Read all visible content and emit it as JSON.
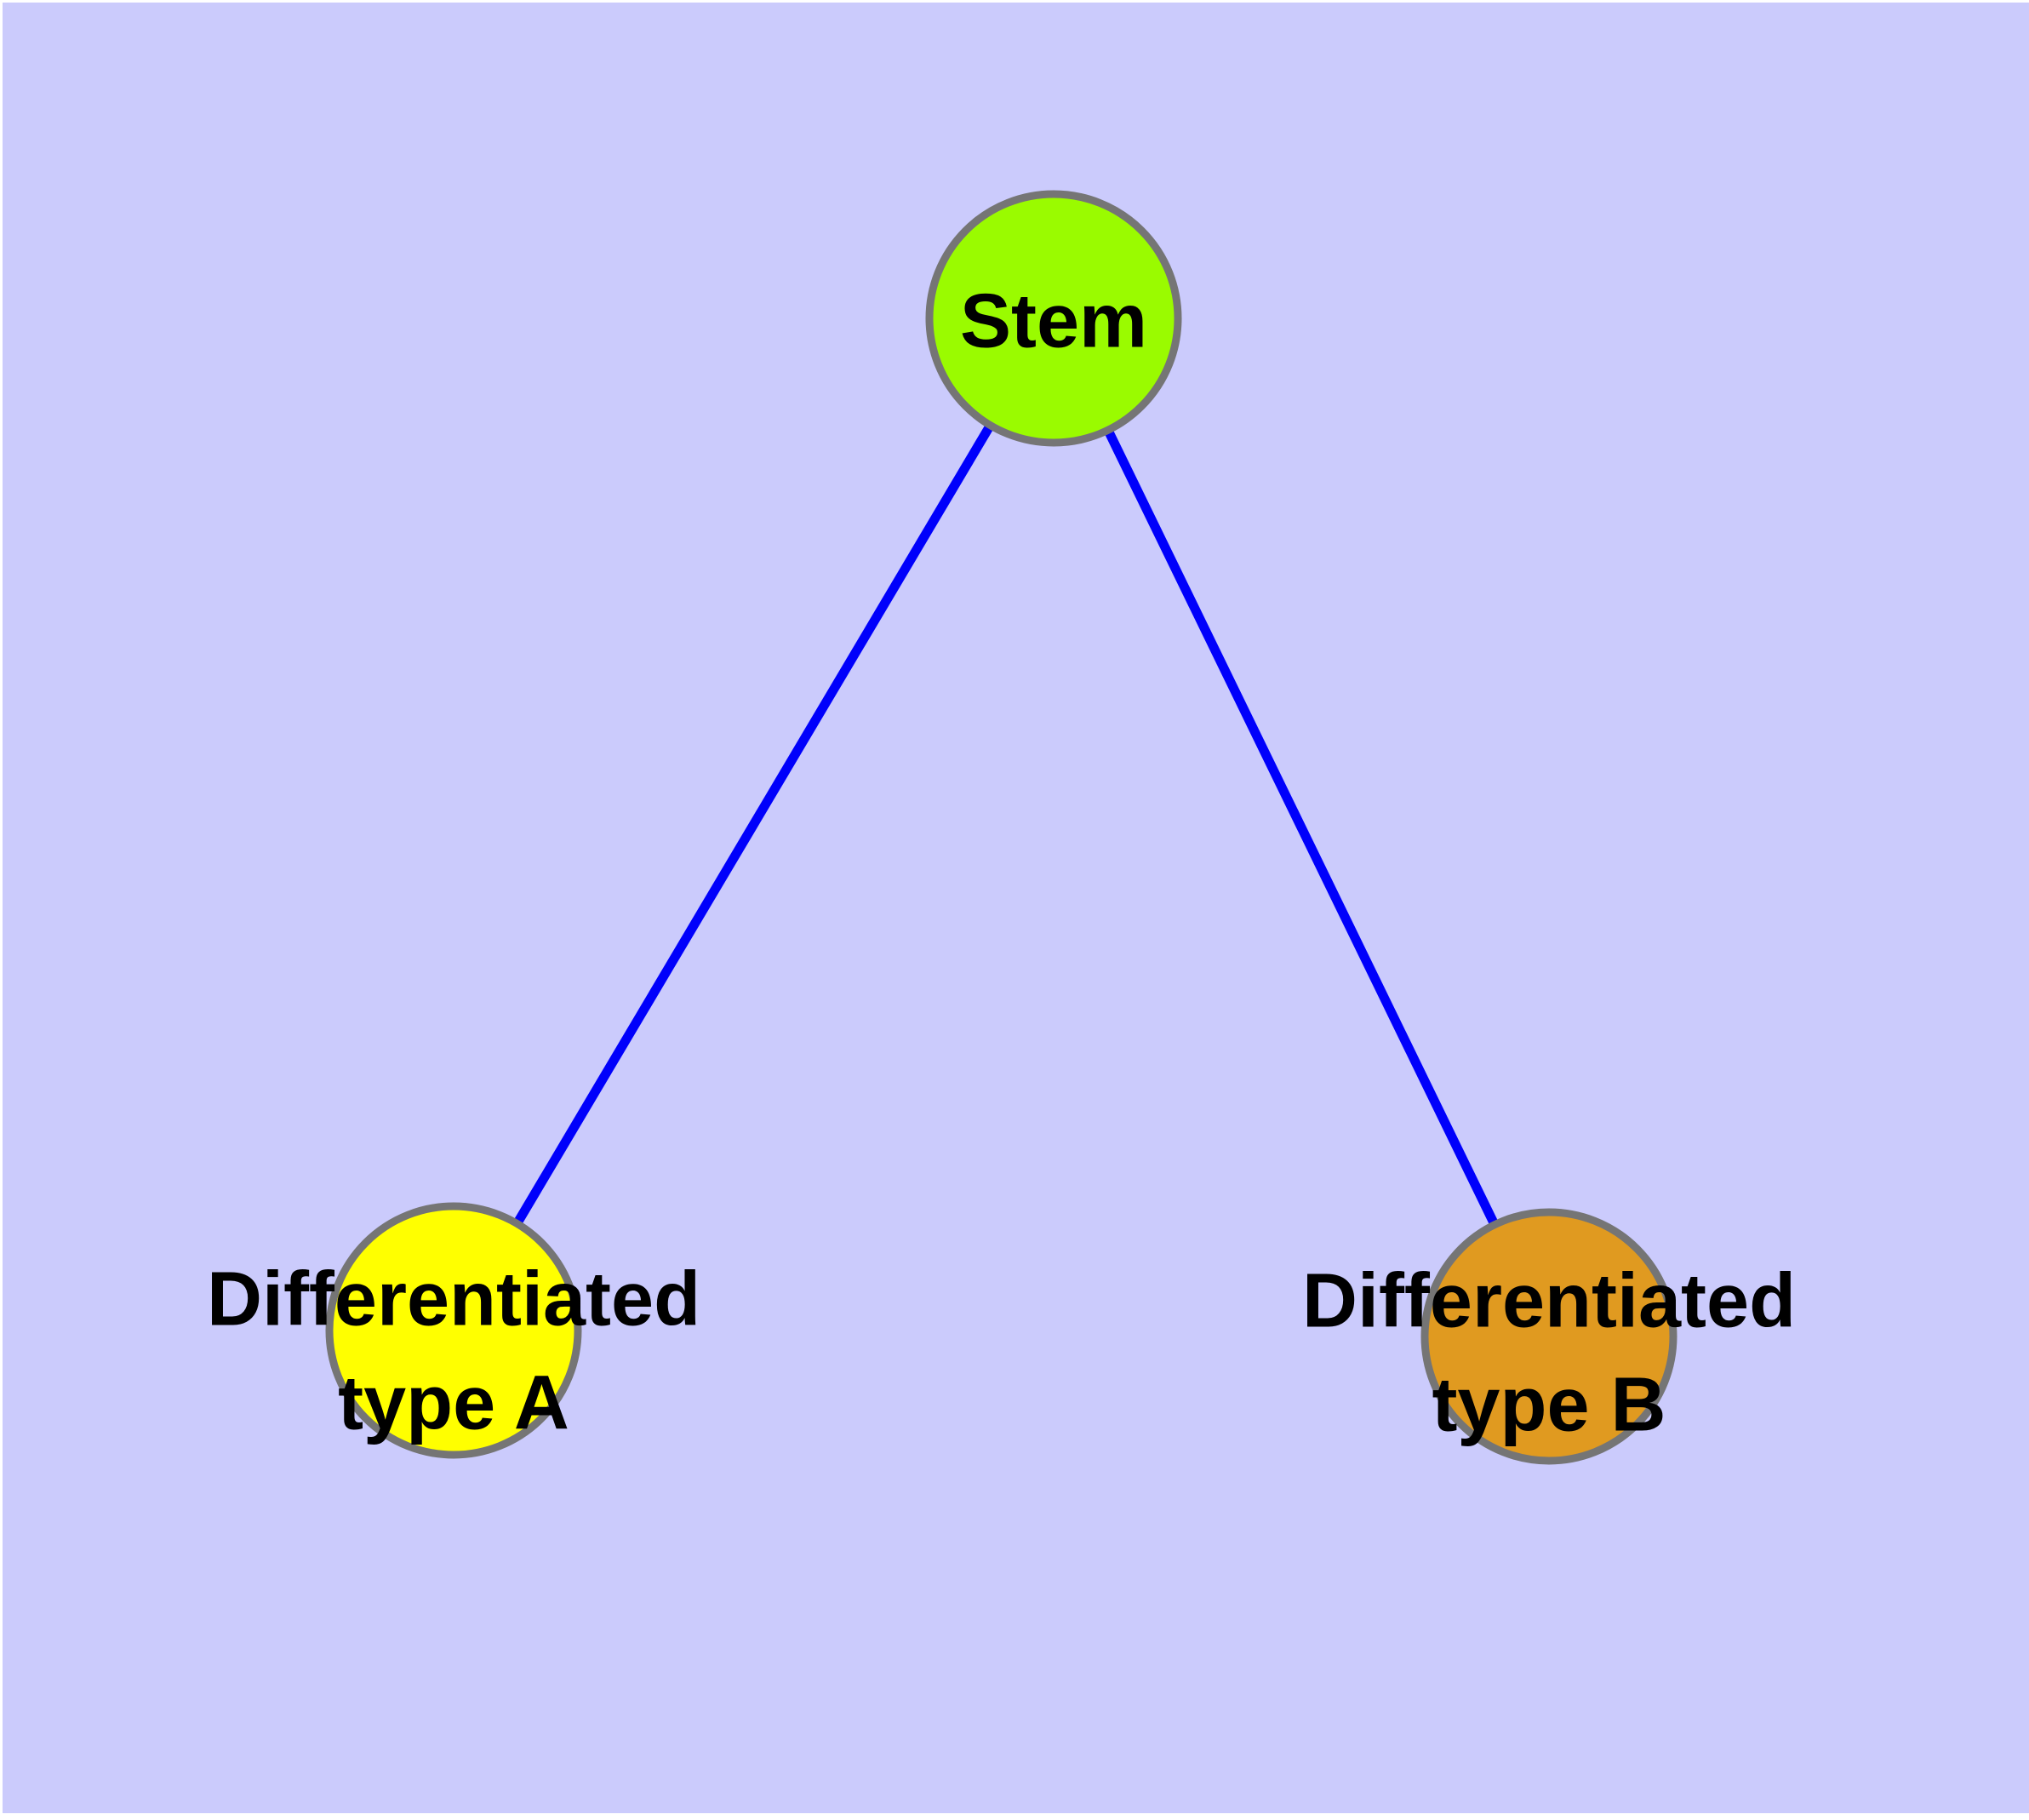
{
  "diagram": {
    "type": "node-link-graph",
    "colors": {
      "background": "#cbcbfc",
      "node_border": "#757575",
      "edge": "#0000fb",
      "label_text": "#000000"
    },
    "nodes": [
      {
        "id": "stem",
        "label": "Stem",
        "color": "#9afb00"
      },
      {
        "id": "type-a",
        "line1": "Differentiated",
        "line2": "type A",
        "color": "#ffff00"
      },
      {
        "id": "type-b",
        "line1": "Differentiated",
        "line2": "type B",
        "color": "#e09a20"
      }
    ],
    "edges": [
      {
        "from": "stem",
        "to": "type-a",
        "color": "#0000fb"
      },
      {
        "from": "stem",
        "to": "type-b",
        "color": "#0000fb"
      }
    ]
  }
}
